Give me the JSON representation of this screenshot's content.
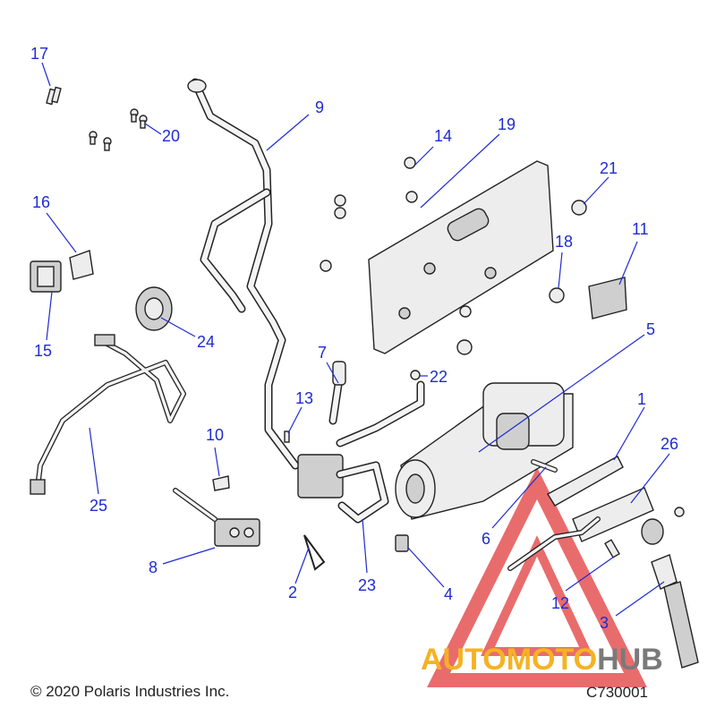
{
  "diagram": {
    "callouts": [
      "1",
      "2",
      "3",
      "4",
      "5",
      "6",
      "7",
      "8",
      "9",
      "10",
      "11",
      "12",
      "13",
      "14",
      "15",
      "16",
      "17",
      "18",
      "19",
      "20",
      "21",
      "22",
      "23",
      "24",
      "25",
      "26"
    ]
  },
  "footer": {
    "copyright": "© 2020 Polaris Industries Inc.",
    "drawing_number": "C730001"
  },
  "watermark": {
    "part_a": "AUTOMOTO",
    "part_b": "HUB",
    "color_a": "#f5b223",
    "color_b": "#7a7a7a",
    "triangle_color": "#e23b3b"
  },
  "callout_color": "#1f2bd1"
}
